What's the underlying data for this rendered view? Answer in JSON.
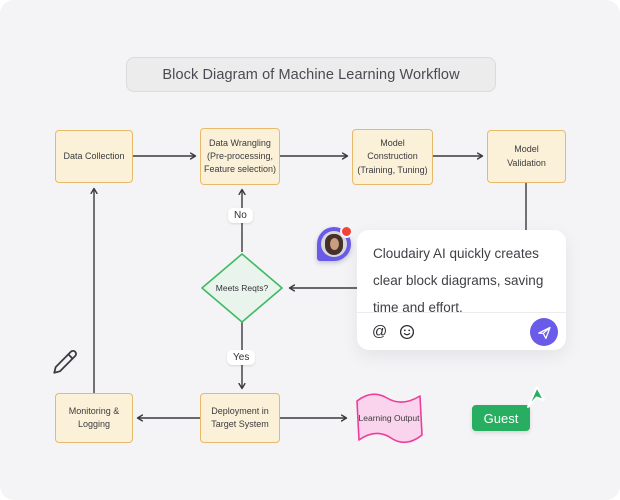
{
  "title": {
    "label": "Block Diagram of Machine Learning Workflow"
  },
  "flowchart": {
    "nodes": [
      {
        "id": "data-collection",
        "label": "Data Collection"
      },
      {
        "id": "data-wrangling",
        "label": "Data Wrangling\n(Pre-processing,\nFeature selection)"
      },
      {
        "id": "model-construction",
        "label": "Model\nConstruction\n(Training, Tuning)"
      },
      {
        "id": "model-validation",
        "label": "Model\nValidation"
      },
      {
        "id": "monitoring-logging",
        "label": "Monitoring &\nLogging"
      },
      {
        "id": "deployment",
        "label": "Deployment in\nTarget System"
      }
    ],
    "decision": {
      "label": "Meets Reqts?"
    },
    "edge_labels": {
      "no": "No",
      "yes": "Yes"
    },
    "output": {
      "label": "Learning Output"
    }
  },
  "chat": {
    "message": "Cloudairy AI quickly creates\nclear block diagrams, saving\ntime and effort.",
    "icons": [
      "at-mention",
      "emoji",
      "send"
    ]
  },
  "presence": {
    "guest_label": "Guest"
  },
  "colors": {
    "canvas_bg": "#F4F4F6",
    "node_fill": "#FBF1D8",
    "node_border": "#E8B96B",
    "decision_fill": "#E9F5EC",
    "decision_border": "#3FBA64",
    "output_fill": "#F9D4EC",
    "output_border": "#EE3D9B",
    "accent_purple": "#6A5BE8",
    "presence_green": "#27AE60",
    "notification_red": "#EE4537",
    "connector": "#3A3A3E"
  }
}
